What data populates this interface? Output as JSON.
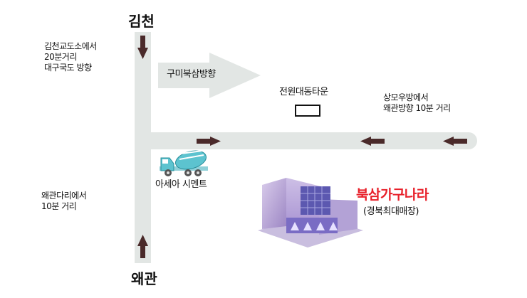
{
  "map": {
    "north_city": "김천",
    "south_city": "왜관",
    "from_gimcheon": [
      "김천교도소에서",
      "20분거리",
      "대구국도 방향"
    ],
    "to_gumi": "구미북삼방향",
    "complex": "전원대동타운",
    "from_sangmo": [
      "상모우방에서",
      "왜관방향 10분 거리"
    ],
    "from_waegwan": [
      "왜관다리에서",
      "10분  거리"
    ],
    "cement": "아세아 시멘트",
    "store_name": "북삼가구나라",
    "store_sub": "(경북최대매장)"
  },
  "colors": {
    "road": "#e2e6e4",
    "arrow": "#4a2a2a",
    "store_red": "#e8202a",
    "building": "#b9a6d6"
  }
}
